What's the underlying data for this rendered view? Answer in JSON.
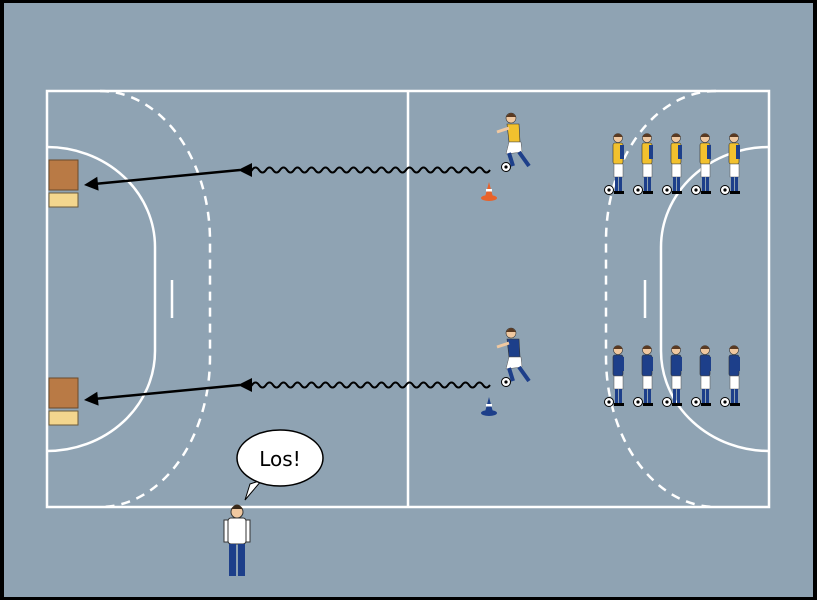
{
  "colors": {
    "floor": "#8fa3b3",
    "border": "#000000",
    "line": "#ffffff",
    "box_top": "#b97a45",
    "box_bottom": "#f3d68e",
    "vest_yellow": "#f2c12e",
    "jersey_blue": "#1d3f8a",
    "cone_orange": "#e8622a",
    "cone_blue": "#1d3f8a"
  },
  "coach": {
    "speech": "Los!"
  },
  "drill": {
    "lanes": [
      {
        "team": "yellow",
        "cone": "orange",
        "waiting_players": 5
      },
      {
        "team": "blue",
        "cone": "blue",
        "waiting_players": 5
      }
    ]
  }
}
